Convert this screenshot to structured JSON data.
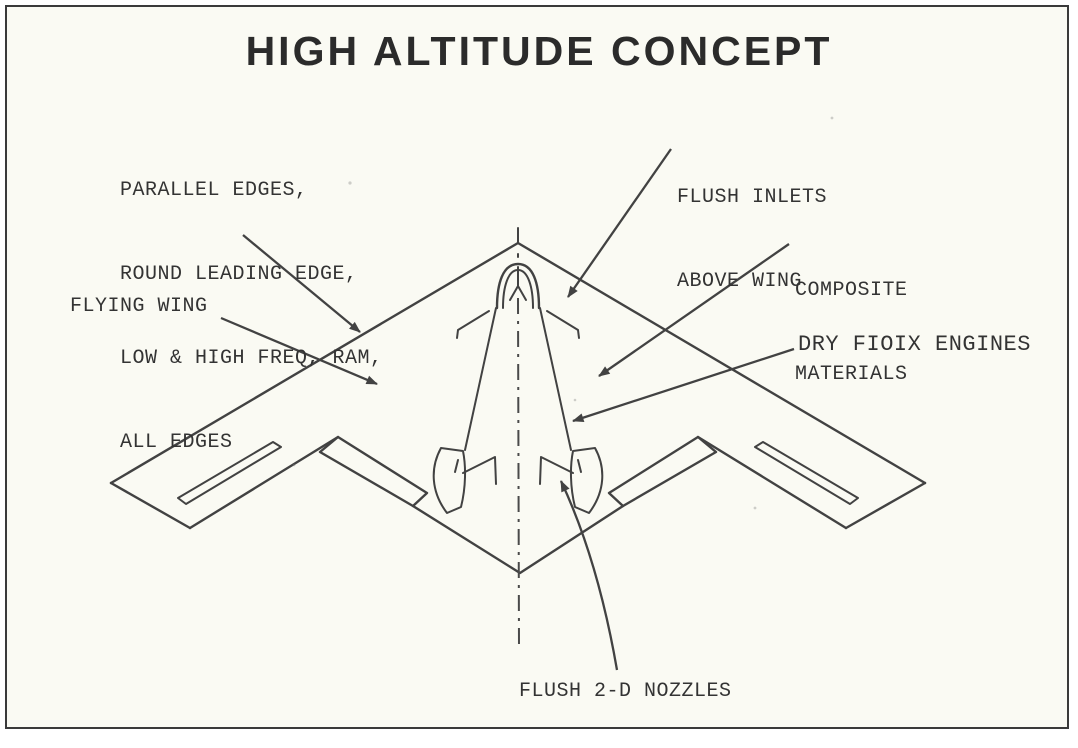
{
  "title": "HIGH ALTITUDE CONCEPT",
  "labels": {
    "edge_treatment": {
      "line1": "PARALLEL EDGES,",
      "line2": "ROUND LEADING EDGE,",
      "line3": "LOW & HIGH FREQ, RAM,",
      "line4": "ALL EDGES"
    },
    "flying_wing": "FLYING WING",
    "flush_inlets": {
      "line1": "FLUSH INLETS",
      "line2": "ABOVE WING"
    },
    "composite_materials": {
      "line1": "COMPOSITE",
      "line2": "MATERIALS"
    },
    "dry_engines": "DRY FIOIX ENGINES",
    "flush_nozzles": "FLUSH 2-D NOZZLES"
  },
  "colors": {
    "paper": "#fafaf3",
    "page_margin": "#ffffff",
    "ink": "#424242",
    "text": "#333333",
    "frame_border": "#3a3a3a"
  }
}
